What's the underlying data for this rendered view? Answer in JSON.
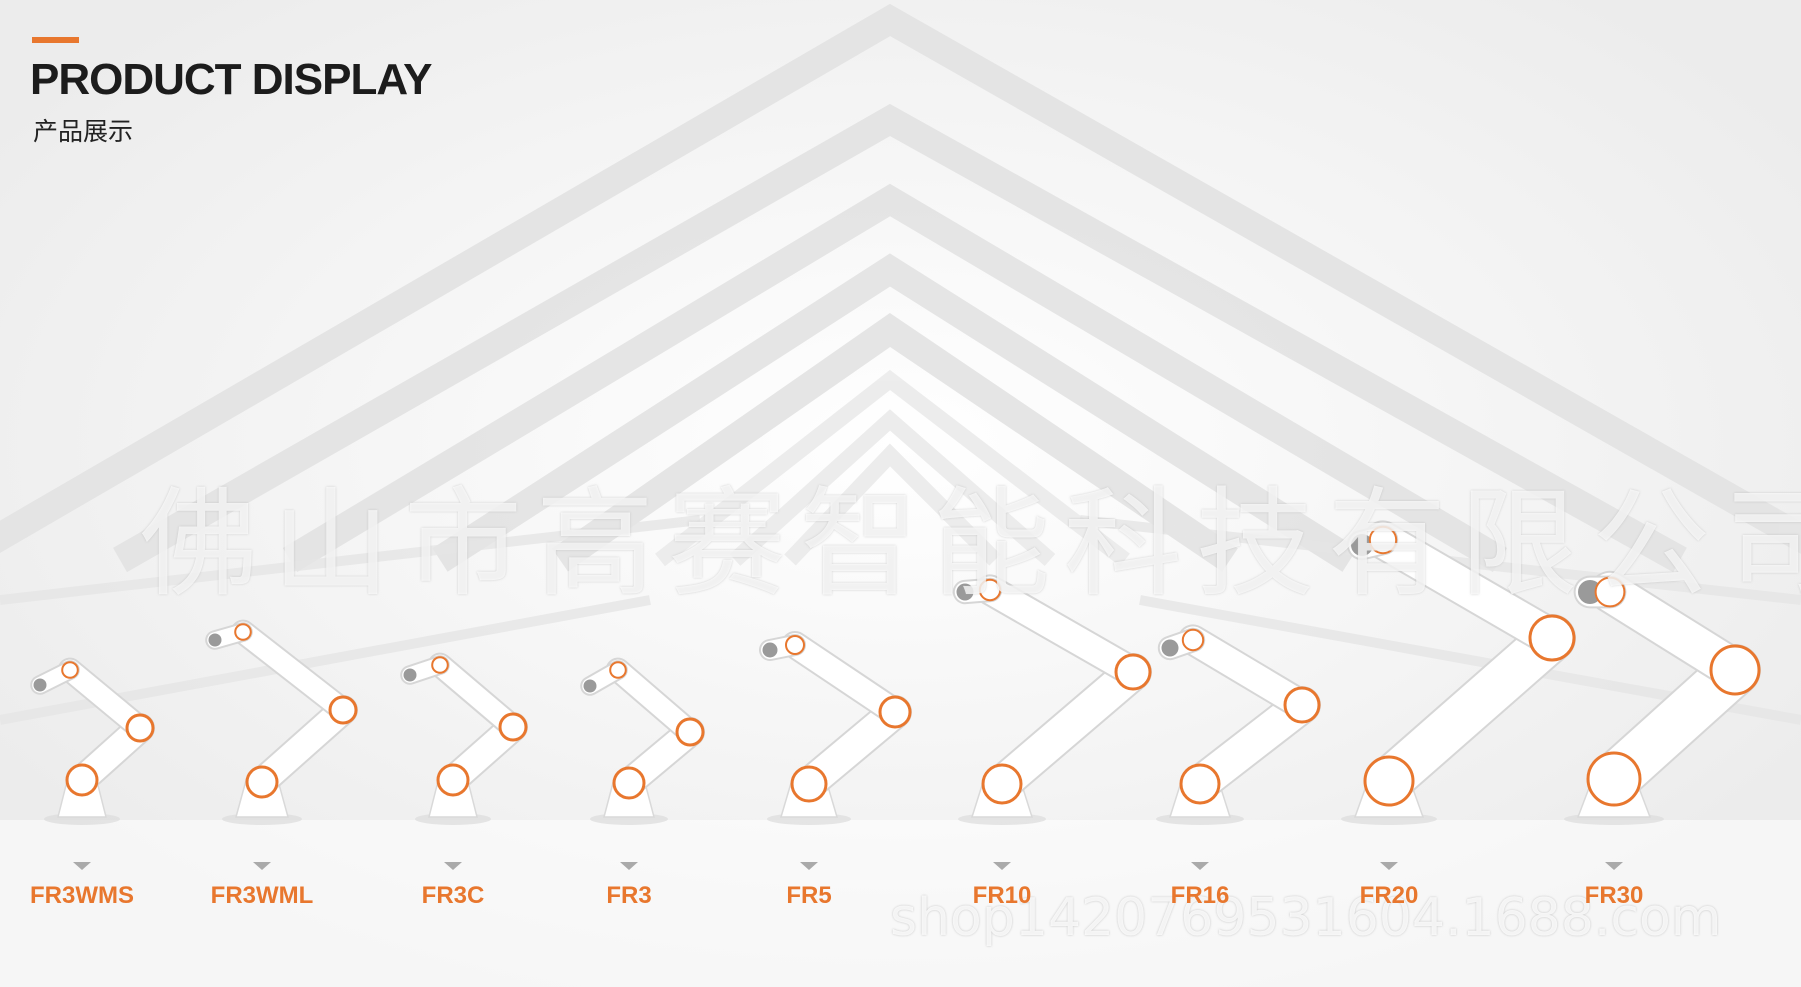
{
  "header": {
    "title": "PRODUCT DISPLAY",
    "subtitle": "产品展示"
  },
  "watermark": {
    "company": "佛山市高赛智能科技有限公司",
    "url": "shop1420769531604.1688.com"
  },
  "products": [
    {
      "label": "FR3WMS",
      "image": "robot-arm-fr3wms"
    },
    {
      "label": "FR3WML",
      "image": "robot-arm-fr3wml"
    },
    {
      "label": "FR3C",
      "image": "robot-arm-fr3c"
    },
    {
      "label": "FR3",
      "image": "robot-arm-fr3"
    },
    {
      "label": "FR5",
      "image": "robot-arm-fr5"
    },
    {
      "label": "FR10",
      "image": "robot-arm-fr10"
    },
    {
      "label": "FR16",
      "image": "robot-arm-fr16"
    },
    {
      "label": "FR20",
      "image": "robot-arm-fr20"
    },
    {
      "label": "FR30",
      "image": "robot-arm-fr30"
    }
  ],
  "colors": {
    "accent": "#e8772e",
    "title": "#1c1c1c",
    "background": "#f4f4f4",
    "arm_body": "#ffffff",
    "marker": "#aaaaaa"
  }
}
